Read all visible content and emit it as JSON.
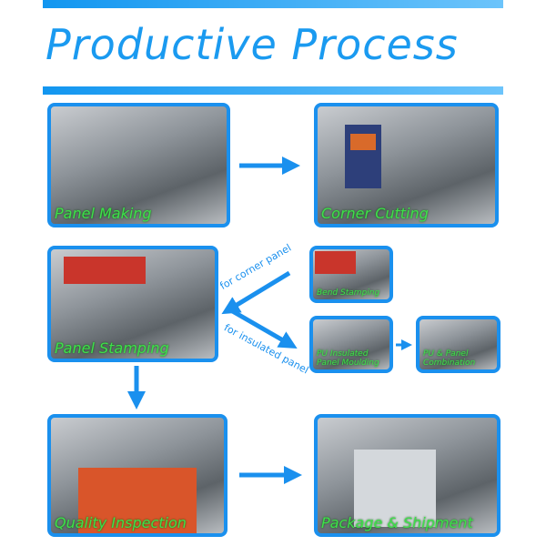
{
  "title": "Productive Process",
  "steps": {
    "panel_making": "Panel Making",
    "corner_cutting": "Corner Cutting",
    "panel_stamping": "Panel Stamping",
    "bend_stamping": "Bend Stamping",
    "pu_insulated": "PU Insulated Panel Moulding",
    "pu_combination": "PU & Panel Combination",
    "quality_inspection": "Quality Inspection",
    "package_shipment": "Package & Shipment"
  },
  "branches": {
    "corner": "for corner panel",
    "insulated": "for insulated panel"
  },
  "colors": {
    "accent": "#1a90ee",
    "label": "#3ee04a"
  }
}
